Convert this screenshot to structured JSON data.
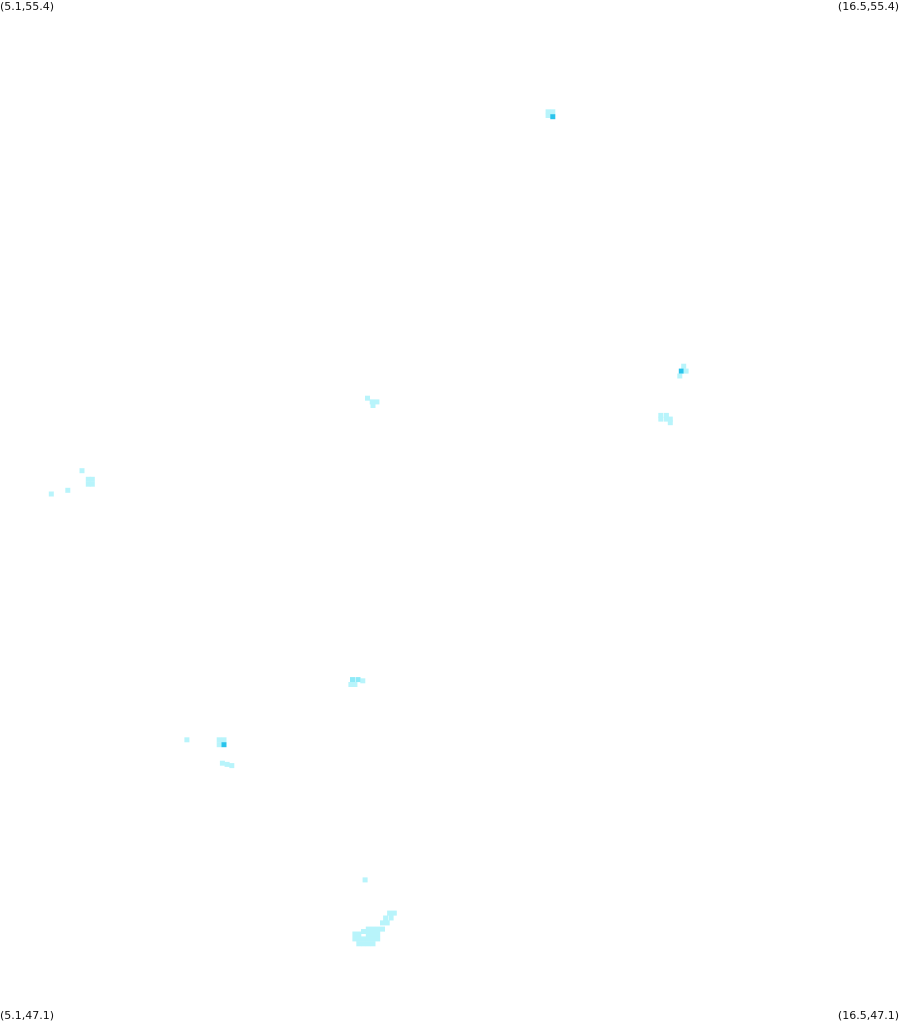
{
  "corners": {
    "top_left": "(5.1,55.4)",
    "top_right": "(16.5,55.4)",
    "bottom_left": "(5.1,47.1)",
    "bottom_right": "(16.5,47.1)"
  },
  "extent": {
    "lon_min": 5.1,
    "lon_max": 16.5,
    "lat_min": 47.1,
    "lat_max": 55.4
  },
  "colors": {
    "low": "#b8f4fb",
    "mid": "#8eeaf8",
    "high": "#29c4ec",
    "background": "#ffffff"
  },
  "cells": [
    {
      "lon": 12.05,
      "lat": 54.49,
      "level": "low"
    },
    {
      "lon": 12.11,
      "lat": 54.49,
      "level": "low"
    },
    {
      "lon": 12.05,
      "lat": 54.46,
      "level": "low"
    },
    {
      "lon": 12.11,
      "lat": 54.45,
      "level": "high"
    },
    {
      "lon": 13.77,
      "lat": 52.42,
      "level": "low"
    },
    {
      "lon": 13.74,
      "lat": 52.38,
      "level": "high"
    },
    {
      "lon": 13.8,
      "lat": 52.38,
      "level": "low"
    },
    {
      "lon": 13.72,
      "lat": 52.34,
      "level": "low"
    },
    {
      "lon": 13.48,
      "lat": 52.02,
      "level": "low"
    },
    {
      "lon": 13.55,
      "lat": 52.02,
      "level": "low"
    },
    {
      "lon": 13.48,
      "lat": 51.99,
      "level": "low"
    },
    {
      "lon": 13.55,
      "lat": 51.99,
      "level": "low"
    },
    {
      "lon": 13.6,
      "lat": 51.99,
      "level": "low"
    },
    {
      "lon": 13.6,
      "lat": 51.96,
      "level": "low"
    },
    {
      "lon": 9.76,
      "lat": 52.16,
      "level": "low"
    },
    {
      "lon": 9.82,
      "lat": 52.13,
      "level": "low"
    },
    {
      "lon": 9.88,
      "lat": 52.13,
      "level": "low"
    },
    {
      "lon": 9.83,
      "lat": 52.1,
      "level": "low"
    },
    {
      "lon": 6.14,
      "lat": 51.57,
      "level": "low"
    },
    {
      "lon": 6.22,
      "lat": 51.5,
      "level": "low"
    },
    {
      "lon": 6.27,
      "lat": 51.5,
      "level": "low"
    },
    {
      "lon": 6.22,
      "lat": 51.46,
      "level": "low"
    },
    {
      "lon": 6.27,
      "lat": 51.46,
      "level": "low"
    },
    {
      "lon": 5.96,
      "lat": 51.41,
      "level": "low"
    },
    {
      "lon": 5.75,
      "lat": 51.38,
      "level": "low"
    },
    {
      "lon": 9.57,
      "lat": 49.87,
      "level": "mid"
    },
    {
      "lon": 9.64,
      "lat": 49.87,
      "level": "mid"
    },
    {
      "lon": 9.7,
      "lat": 49.86,
      "level": "low"
    },
    {
      "lon": 9.55,
      "lat": 49.83,
      "level": "low"
    },
    {
      "lon": 9.6,
      "lat": 49.83,
      "level": "low"
    },
    {
      "lon": 7.47,
      "lat": 49.38,
      "level": "low"
    },
    {
      "lon": 7.88,
      "lat": 49.38,
      "level": "low"
    },
    {
      "lon": 7.94,
      "lat": 49.38,
      "level": "low"
    },
    {
      "lon": 7.88,
      "lat": 49.34,
      "level": "low"
    },
    {
      "lon": 7.94,
      "lat": 49.34,
      "level": "high"
    },
    {
      "lon": 7.92,
      "lat": 49.19,
      "level": "low"
    },
    {
      "lon": 7.98,
      "lat": 49.18,
      "level": "low"
    },
    {
      "lon": 8.04,
      "lat": 49.17,
      "level": "low"
    },
    {
      "lon": 9.73,
      "lat": 48.24,
      "level": "low"
    },
    {
      "lon": 10.04,
      "lat": 47.97,
      "level": "low"
    },
    {
      "lon": 10.1,
      "lat": 47.97,
      "level": "low"
    },
    {
      "lon": 9.99,
      "lat": 47.93,
      "level": "low"
    },
    {
      "lon": 10.06,
      "lat": 47.93,
      "level": "low"
    },
    {
      "lon": 9.95,
      "lat": 47.89,
      "level": "low"
    },
    {
      "lon": 10.01,
      "lat": 47.89,
      "level": "low"
    },
    {
      "lon": 9.89,
      "lat": 47.84,
      "level": "low"
    },
    {
      "lon": 9.95,
      "lat": 47.84,
      "level": "low"
    },
    {
      "lon": 9.77,
      "lat": 47.84,
      "level": "low"
    },
    {
      "lon": 9.83,
      "lat": 47.84,
      "level": "low"
    },
    {
      "lon": 9.71,
      "lat": 47.82,
      "level": "low"
    },
    {
      "lon": 9.77,
      "lat": 47.8,
      "level": "low"
    },
    {
      "lon": 9.83,
      "lat": 47.8,
      "level": "low"
    },
    {
      "lon": 9.89,
      "lat": 47.8,
      "level": "low"
    },
    {
      "lon": 9.65,
      "lat": 47.8,
      "level": "low"
    },
    {
      "lon": 9.6,
      "lat": 47.8,
      "level": "low"
    },
    {
      "lon": 9.65,
      "lat": 47.76,
      "level": "low"
    },
    {
      "lon": 9.71,
      "lat": 47.76,
      "level": "low"
    },
    {
      "lon": 9.77,
      "lat": 47.76,
      "level": "low"
    },
    {
      "lon": 9.83,
      "lat": 47.76,
      "level": "low"
    },
    {
      "lon": 9.89,
      "lat": 47.76,
      "level": "low"
    },
    {
      "lon": 9.6,
      "lat": 47.76,
      "level": "low"
    },
    {
      "lon": 9.65,
      "lat": 47.72,
      "level": "low"
    },
    {
      "lon": 9.77,
      "lat": 47.72,
      "level": "low"
    },
    {
      "lon": 9.83,
      "lat": 47.72,
      "level": "low"
    },
    {
      "lon": 9.71,
      "lat": 47.72,
      "level": "low"
    }
  ]
}
